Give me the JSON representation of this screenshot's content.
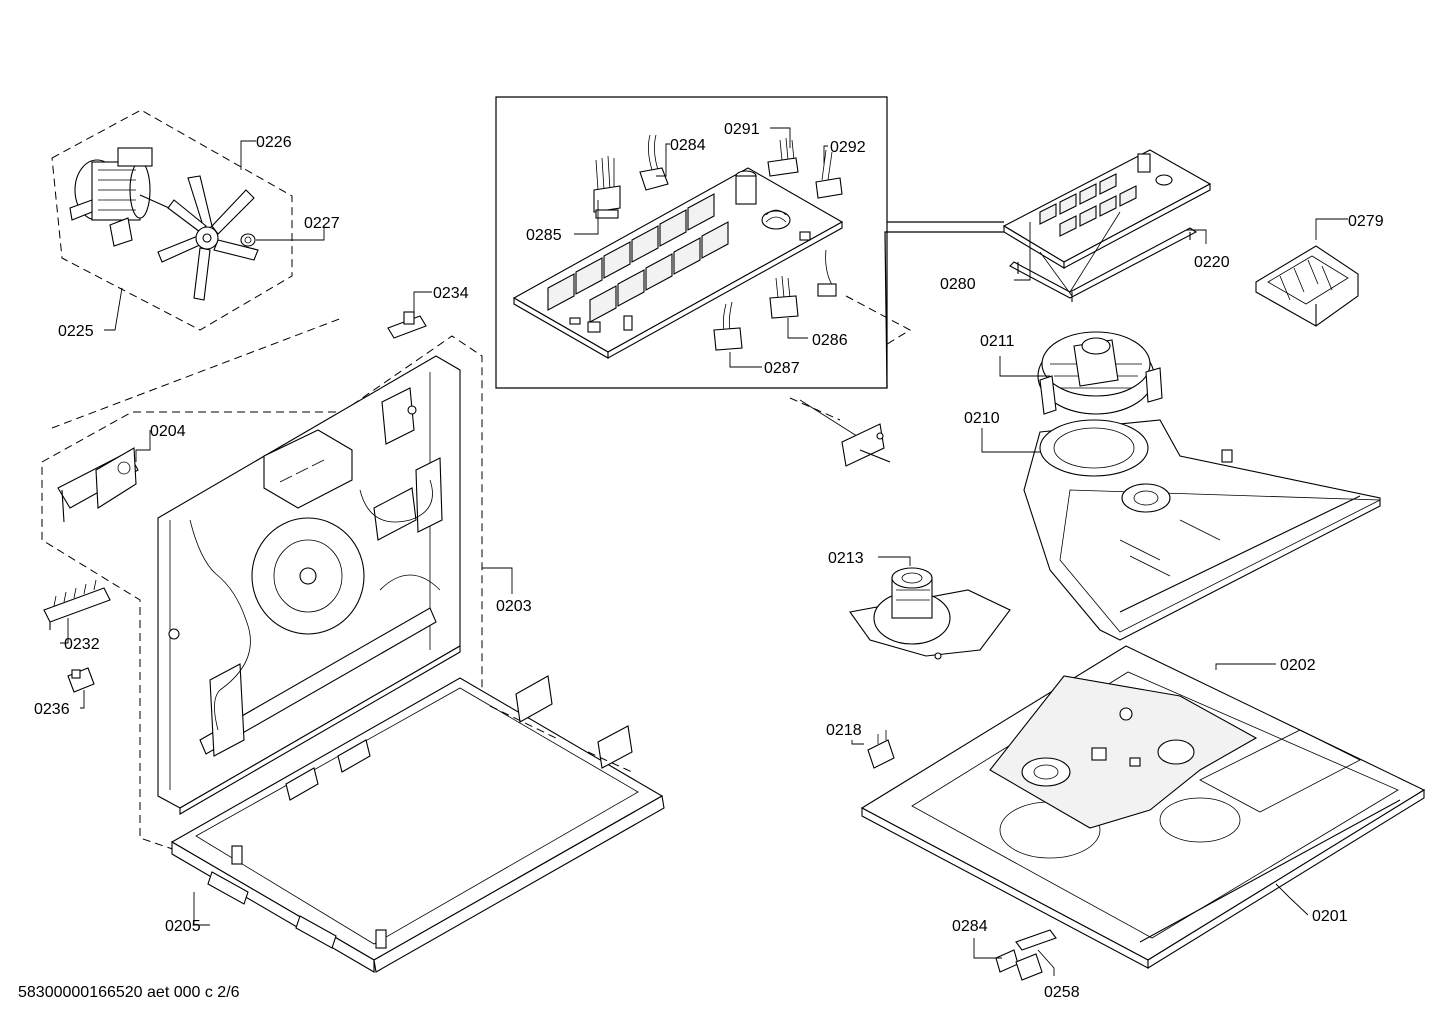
{
  "part_labels": {
    "p0226": "0226",
    "p0227": "0227",
    "p0225": "0225",
    "p0234": "0234",
    "p0204": "0204",
    "p0203": "0203",
    "p0232": "0232",
    "p0236": "0236",
    "p0205": "0205",
    "p0284a": "0284",
    "p0291": "0291",
    "p0292": "0292",
    "p0285": "0285",
    "p0286": "0286",
    "p0287": "0287",
    "p0220": "0220",
    "p0280": "0280",
    "p0279": "0279",
    "p0211": "0211",
    "p0210": "0210",
    "p0213": "0213",
    "p0202": "0202",
    "p0218": "0218",
    "p0201": "0201",
    "p0284b": "0284",
    "p0258": "0258"
  },
  "footer": {
    "document_id": "58300000166520 aet 000 c 2/6"
  }
}
